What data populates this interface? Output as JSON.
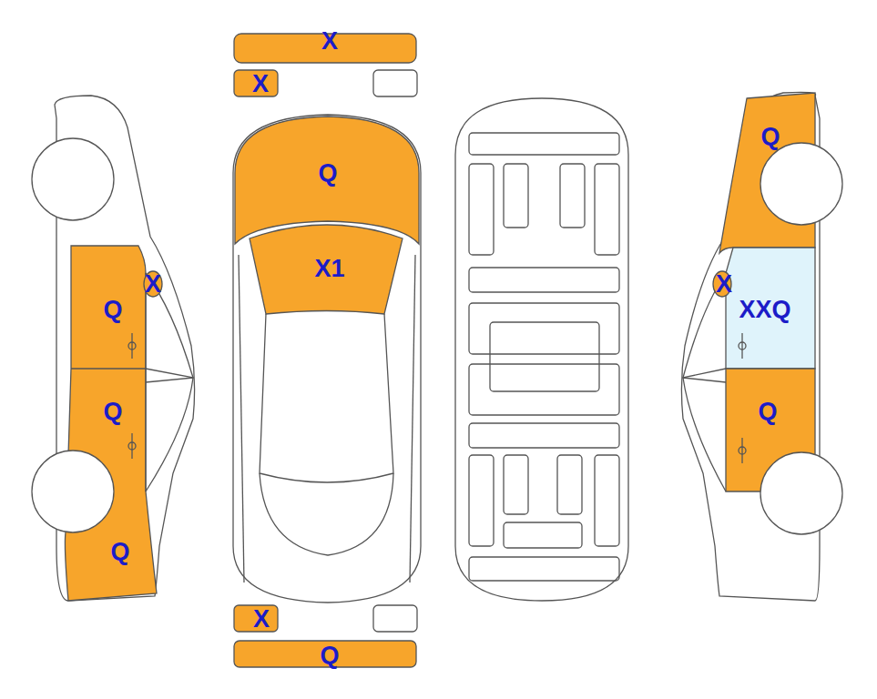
{
  "diagram": {
    "labels": [
      "X",
      "X",
      "Q",
      "X1",
      "Q",
      "X",
      "Q",
      "X",
      "XXQ",
      "Q",
      "Q",
      "Q",
      "X",
      "Q"
    ]
  }
}
